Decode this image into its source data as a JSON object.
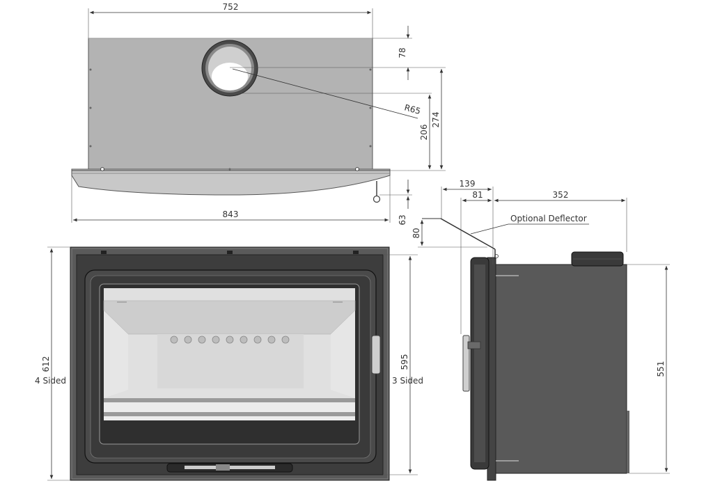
{
  "drawing": {
    "dimensions": {
      "top_width": "752",
      "base_width": "843",
      "flue_offset_a": "78",
      "flue_offset_b": "206",
      "depth_total": "274",
      "flue_radius": "R65",
      "deflector_height": "80",
      "base_step": "63",
      "side_offset_outer": "139",
      "side_offset_inner": "81",
      "side_depth": "352",
      "front_height_4sided": "612",
      "front_height_3sided": "595",
      "side_height": "551"
    },
    "labels": {
      "four_sided": "4 Sided",
      "three_sided": "3 Sided",
      "optional_deflector": "Optional Deflector"
    },
    "colors": {
      "body_grey": "#b3b3b3",
      "frame_dark": "#4a4a4a",
      "glass_light": "#e0e0e0",
      "firebox": "#d2d2d2",
      "side_body": "#595959"
    }
  }
}
